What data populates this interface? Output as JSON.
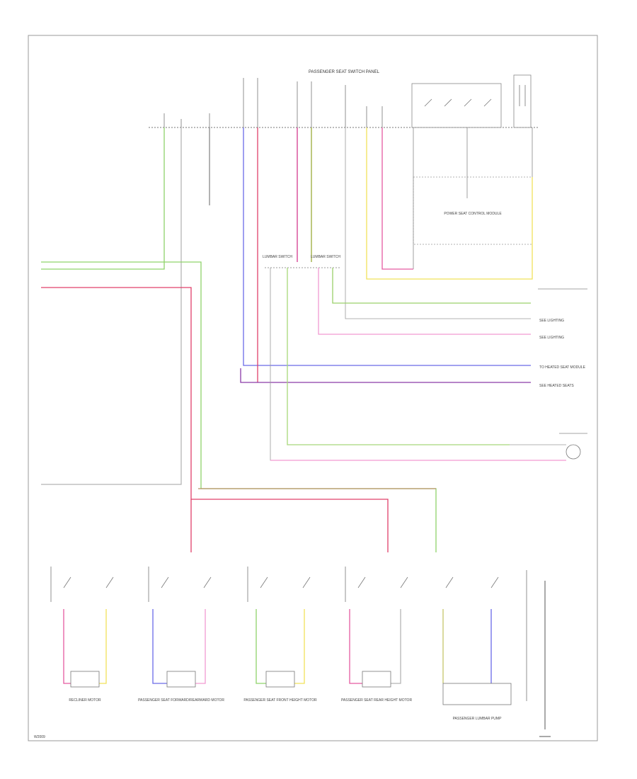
{
  "colors": {
    "green": "#8fd36a",
    "light_green": "#c6e89a",
    "red": "#e0406a",
    "pink": "#f29ad2",
    "magenta": "#d43a8f",
    "blue": "#6a6ae8",
    "purple": "#8a3aa8",
    "yellow": "#f0e25a",
    "olive": "#9aaa3a",
    "brown": "#b89268",
    "gray": "#b5b5b5",
    "black": "#333333"
  },
  "labels": {
    "top_connector": "PASSENGER SEAT SWITCH PANEL",
    "lumbar_upper": "LUMBAR SWITCH",
    "lumbar_lower": "LUMBAR SWITCH",
    "seat_module": "POWER SEAT CONTROL MODULE",
    "page_code": "W2009"
  },
  "bottom_motors": [
    "RECLINER MOTOR",
    "PASSENGER SEAT FORWARD/REARWARD MOTOR",
    "PASSENGER SEAT FRONT HEIGHT MOTOR",
    "PASSENGER SEAT REAR HEIGHT MOTOR"
  ],
  "right_labels": [
    "SEE LIGHTING",
    "SEE LIGHTING",
    "TO HEATED SEAT MODULE",
    "SEE HEATED SEATS"
  ],
  "lumbar_pump": "PASSENGER LUMBAR PUMP"
}
